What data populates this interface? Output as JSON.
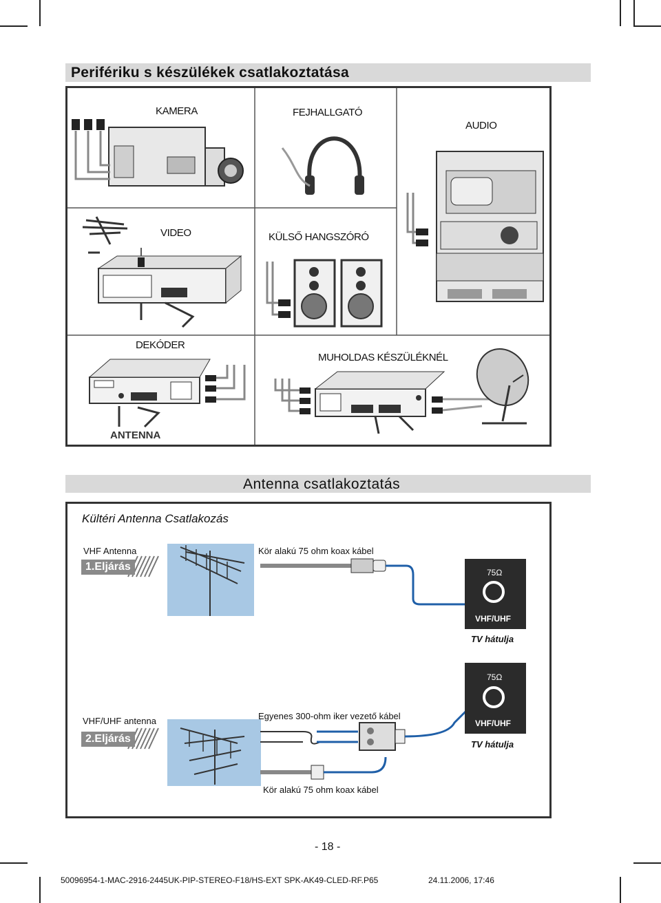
{
  "section1": {
    "title": "Perifériku s  készülékek  csatlakoztatása",
    "labels": {
      "camera": "KAMERA",
      "headphones": "FEJHALLGATÓ",
      "audio": "AUDIO",
      "video": "VIDEO",
      "speaker": "KÜLSŐ HANGSZÓRÓ",
      "decoder": "DEKÓDER",
      "satellite": "MUHOLDAS KÉSZÜLÉKNÉL",
      "antenna": "ANTENNA"
    }
  },
  "section2": {
    "title": "Antenna  csatlakoztatás",
    "subtitle": "Kültéri Antenna Csatlakozás",
    "step1": {
      "antenna_label": "VHF Antenna",
      "step_label": "1.Eljárás",
      "cable_label": "Kör alakú 75 ohm koax kábel",
      "ohm": "75Ω",
      "port": "VHF/UHF",
      "tv_back": "TV hátulja"
    },
    "step2": {
      "antenna_label": "VHF/UHF antenna",
      "step_label": "2.Eljárás",
      "cable_label_top": "Egyenes 300-ohm iker vezető kábel",
      "cable_label_bottom": "Kör alakú 75 ohm koax kábel",
      "ohm": "75Ω",
      "port": "VHF/UHF",
      "tv_back": "TV hátulja"
    }
  },
  "footer": {
    "page_number": "- 18 -",
    "file_name": "50096954-1-MAC-2916-2445UK-PIP-STEREO-F18/HS-EXT SPK-AK49-CLED-RF.P65",
    "date": "24.11.2006, 17:46"
  }
}
